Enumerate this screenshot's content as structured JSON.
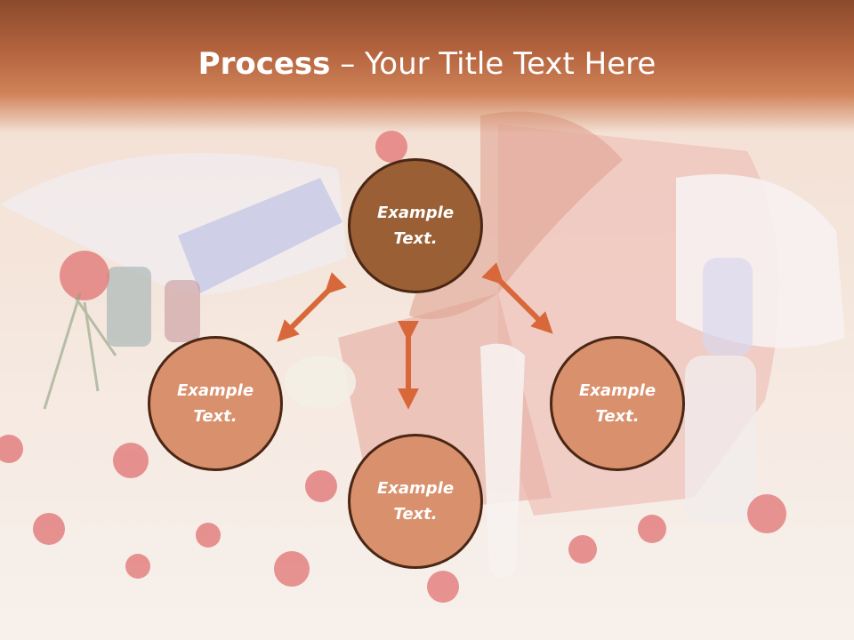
{
  "slide": {
    "title_bold": "Process",
    "title_sep": " – ",
    "title_rest": "Your Title Text Here"
  },
  "process": {
    "center": {
      "line1": "Example",
      "line2": "Text."
    },
    "left": {
      "line1": "Example",
      "line2": "Text."
    },
    "right": {
      "line1": "Example",
      "line2": "Text."
    },
    "bottom": {
      "line1": "Example",
      "line2": "Text."
    }
  },
  "colors": {
    "title_band": "#b5653f",
    "center_circle": "#9a5f34",
    "side_circles": "#d9906d",
    "arrows": "#d8683a",
    "circle_border": "#4a2614"
  },
  "icons": [
    "double-arrow-icon"
  ]
}
